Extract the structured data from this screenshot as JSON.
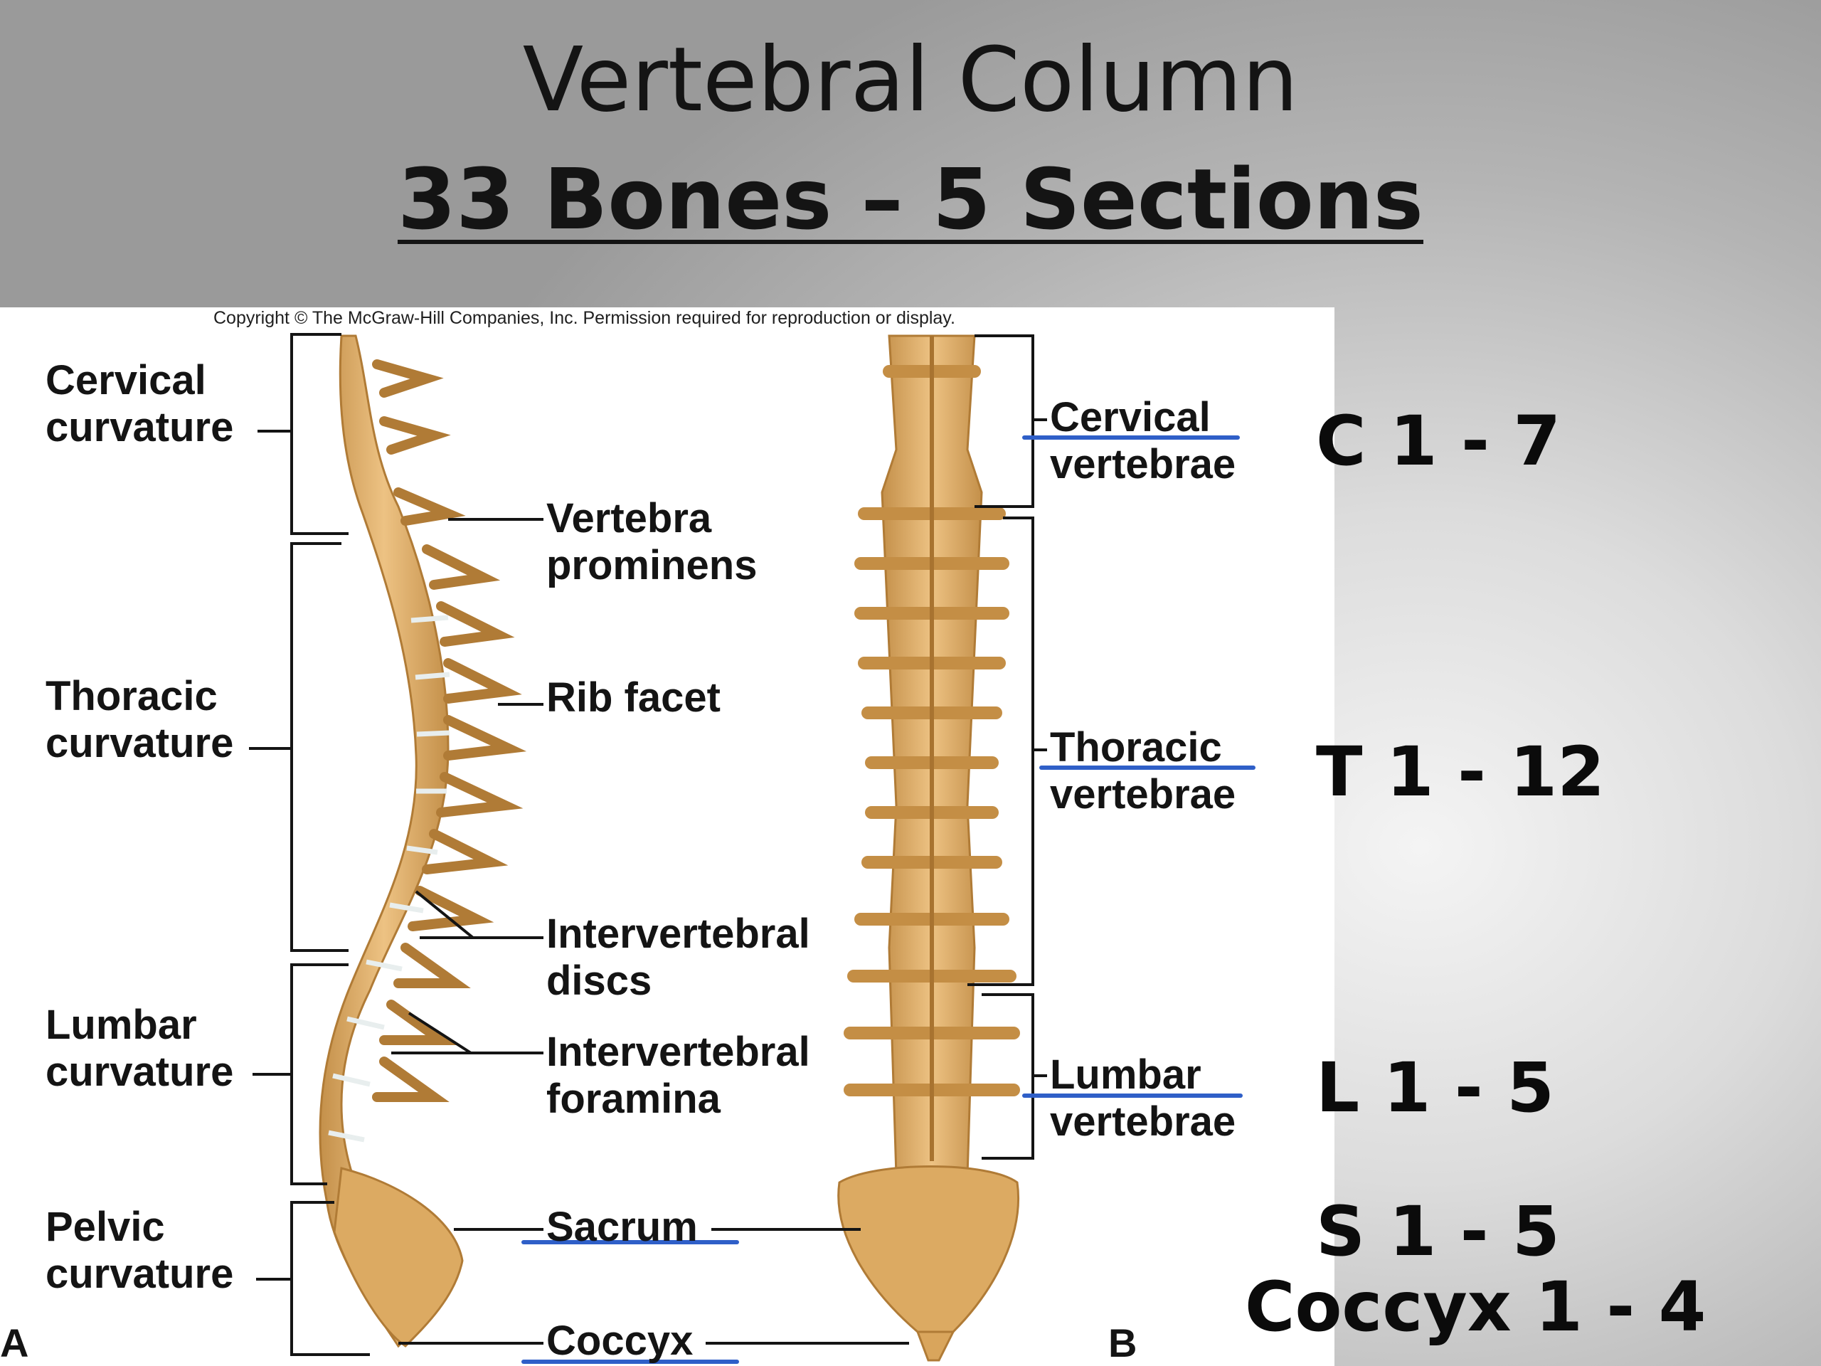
{
  "slide": {
    "title": "Vertebral Column",
    "subtitle": "33 Bones – 5 Sections"
  },
  "figure": {
    "copyright": "Copyright © The McGraw-Hill Companies, Inc. Permission required for reproduction or display.",
    "panel_a_letter": "A",
    "panel_b_letter": "B",
    "curvatures": [
      {
        "line1": "Cervical",
        "line2": "curvature"
      },
      {
        "line1": "Thoracic",
        "line2": "curvature"
      },
      {
        "line1": "Lumbar",
        "line2": "curvature"
      },
      {
        "line1": "Pelvic",
        "line2": "curvature"
      }
    ],
    "features": {
      "vertebra_prominens": {
        "line1": "Vertebra",
        "line2": "prominens"
      },
      "rib_facet": "Rib facet",
      "intervertebral_discs": {
        "line1": "Intervertebral",
        "line2": "discs"
      },
      "intervertebral_foramina": {
        "line1": "Intervertebral",
        "line2": "foramina"
      },
      "sacrum": "Sacrum",
      "coccyx": "Coccyx"
    },
    "vertebrae_groups": [
      {
        "line1": "Cervical",
        "line2": "vertebrae"
      },
      {
        "line1": "Thoracic",
        "line2": "vertebrae"
      },
      {
        "line1": "Lumbar",
        "line2": "vertebrae"
      }
    ]
  },
  "counts": {
    "cervical": "C 1 - 7",
    "thoracic": "T 1 - 12",
    "lumbar": "L 1 - 5",
    "sacral": "S 1 - 5",
    "coccyx": "Coccyx 1 - 4"
  },
  "colors": {
    "bone": "#e2b26c",
    "bone_shadow": "#b9853e",
    "disc": "#dfe6e6",
    "annotation_underline": "#2f5fc8"
  }
}
